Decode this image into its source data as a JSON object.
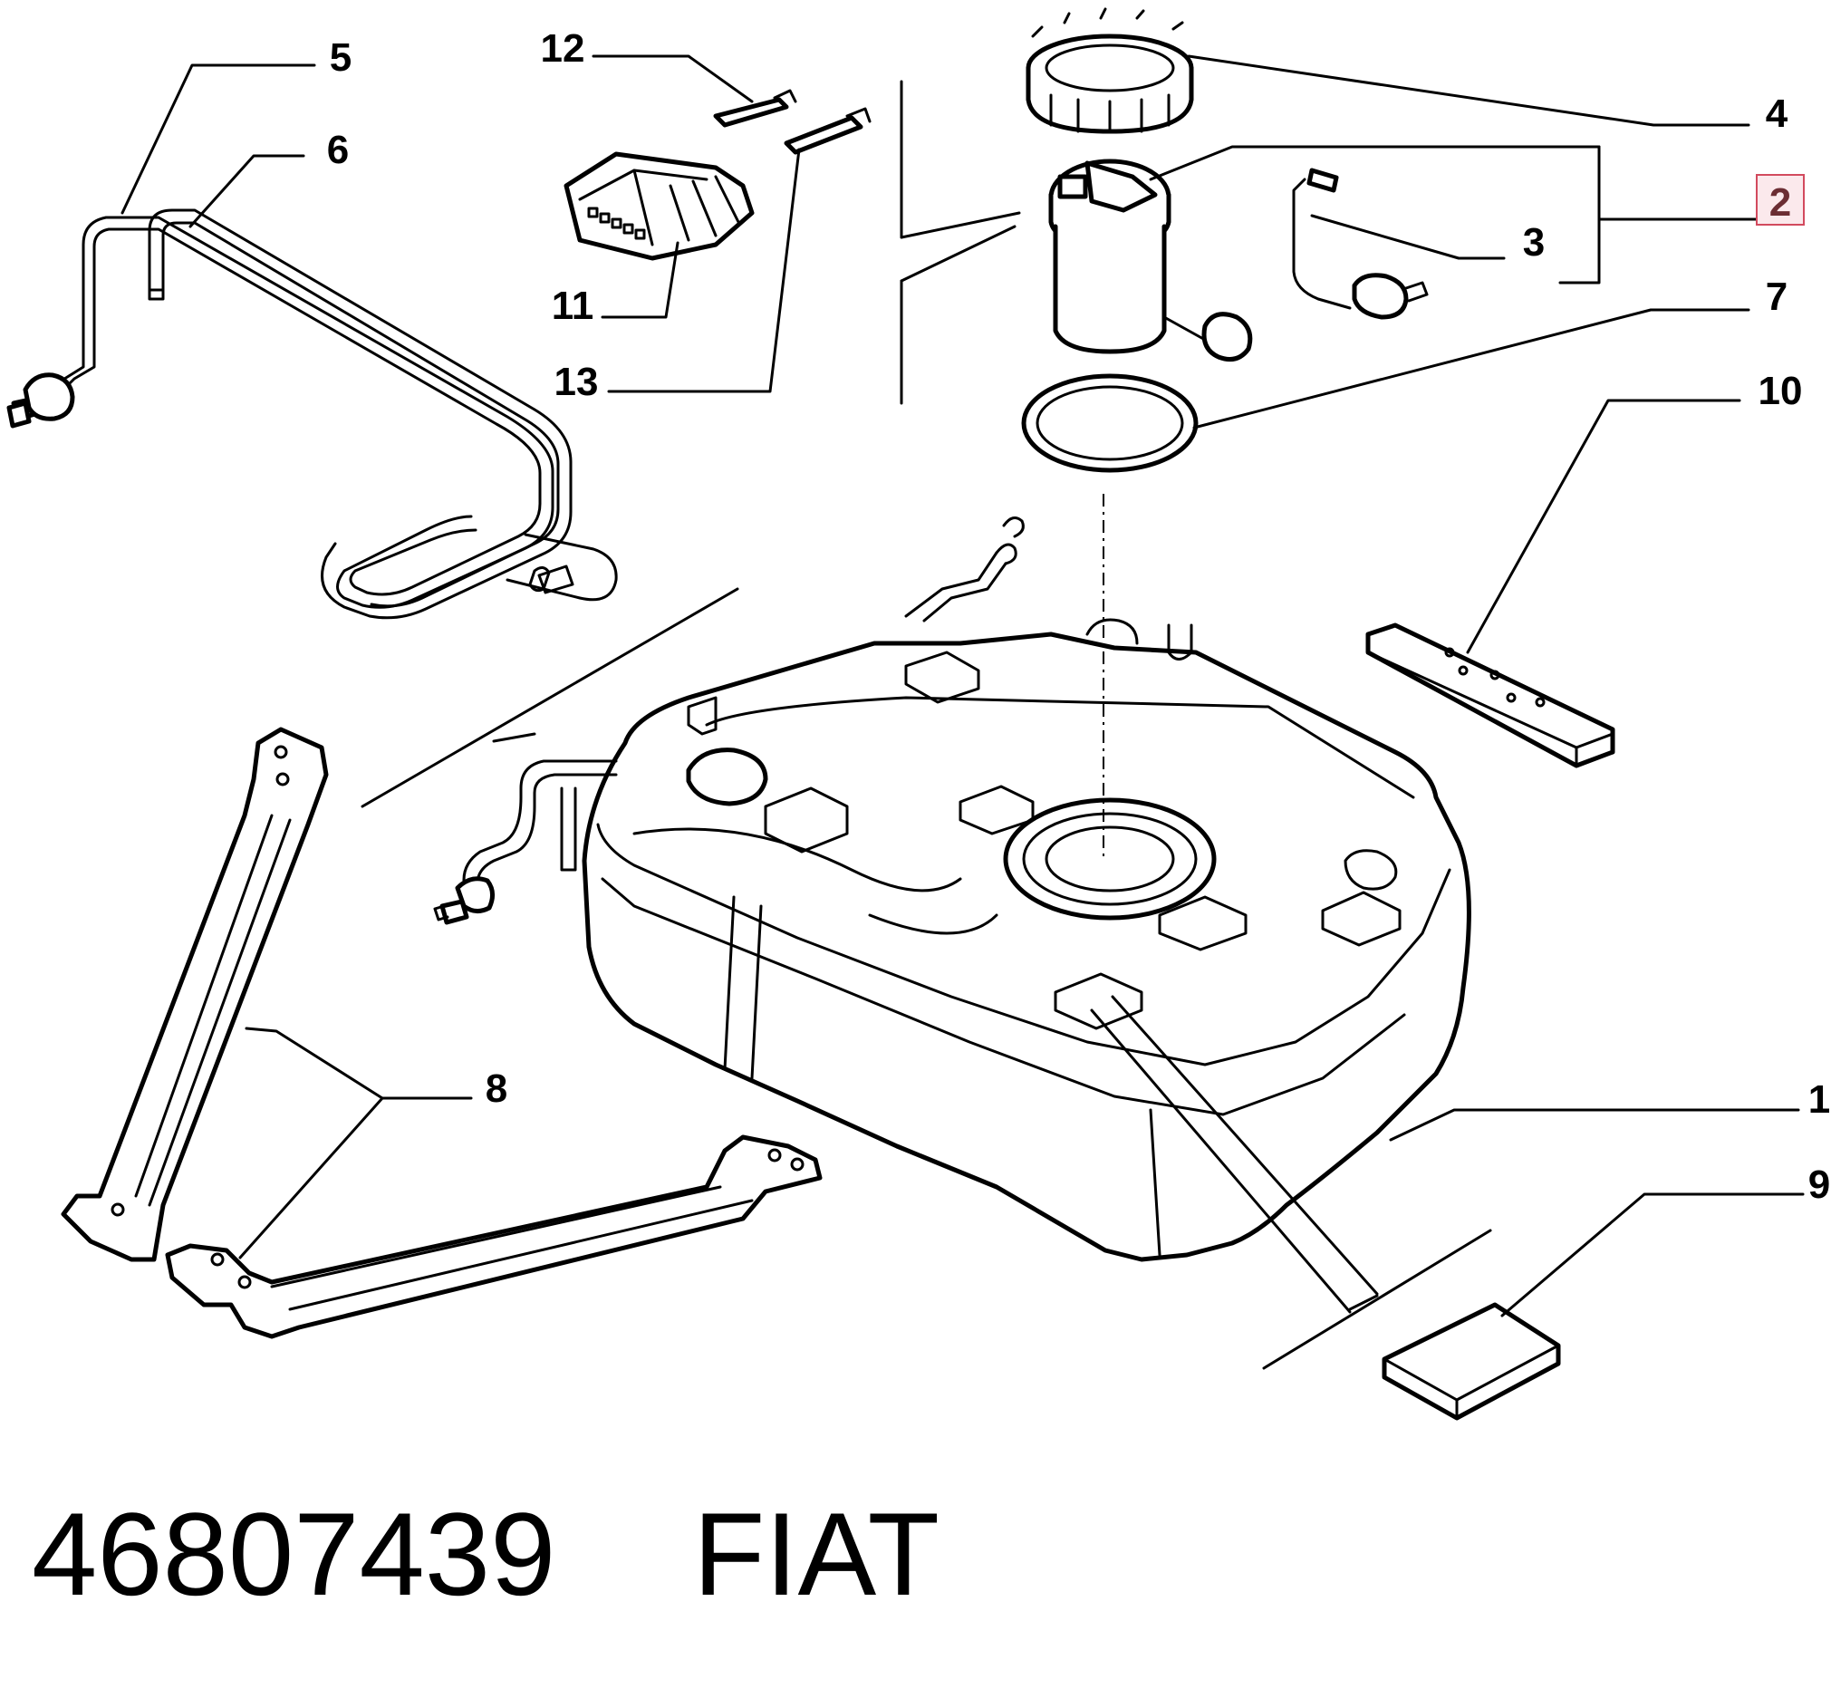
{
  "diagram": {
    "callouts": {
      "c1": "1",
      "c2": "2",
      "c3": "3",
      "c4": "4",
      "c5": "5",
      "c6": "6",
      "c7": "7",
      "c8": "8",
      "c9": "9",
      "c10": "10",
      "c11": "11",
      "c12": "12",
      "c13": "13"
    },
    "highlighted_callout": "2",
    "highlight_color": "#d24a5e"
  },
  "footer": {
    "part_number": "46807439",
    "brand": "FIAT"
  }
}
